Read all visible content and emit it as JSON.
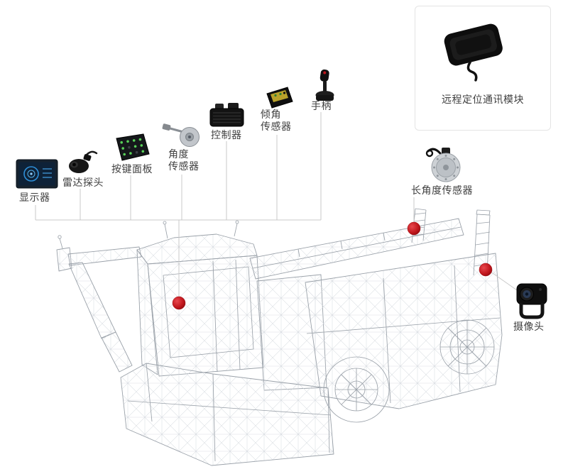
{
  "callouts": {
    "display": {
      "label": "显示器"
    },
    "radar_probe": {
      "label": "雷达探头"
    },
    "keypad": {
      "label": "按键面板"
    },
    "angle_sensor": {
      "label_line1": "角度",
      "label_line2": "传感器"
    },
    "controller": {
      "label": "控制器"
    },
    "tilt_sensor": {
      "label_line1": "倾角",
      "label_line2": "传感器"
    },
    "joystick": {
      "label": "手柄"
    },
    "remote_module": {
      "label": "远程定位通讯模块"
    },
    "long_angle_sensor": {
      "label": "长角度传感器"
    },
    "camera": {
      "label": "摄像头"
    }
  },
  "colors": {
    "marker_red": "#c0161c",
    "callout_line": "#c9c9c9",
    "wireframe": "#9aa1a9",
    "mesh_line": "#d9dde2",
    "label_text": "#3f3f3f",
    "module_box_border": "#e4e4e4",
    "background": "#ffffff"
  }
}
